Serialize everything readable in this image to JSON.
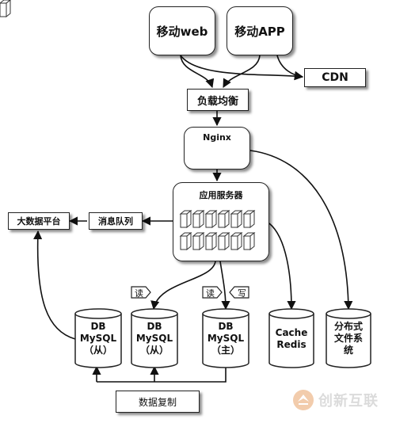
{
  "clients": {
    "web": "移动web",
    "app": "移动APP"
  },
  "cdn": "CDN",
  "load_balancer": "负载均衡",
  "nginx": "Nginx",
  "app_server": "应用服务器",
  "message_queue": "消息队列",
  "big_data": "大数据平台",
  "databases": [
    {
      "line1": "DB",
      "line2": "MySQL",
      "line3": "（从）"
    },
    {
      "line1": "DB",
      "line2": "MySQL",
      "line3": "（从）"
    },
    {
      "line1": "DB",
      "line2": "MySQL",
      "line3": "（主）"
    }
  ],
  "cache": {
    "line1": "Cache",
    "line2": "Redis"
  },
  "file_system": {
    "line1": "分布式",
    "line2": "文件系",
    "line3": "统"
  },
  "labels": {
    "read1": "读",
    "read2": "读",
    "write": "写"
  },
  "replication": "数据复制",
  "watermark": "创新互联"
}
